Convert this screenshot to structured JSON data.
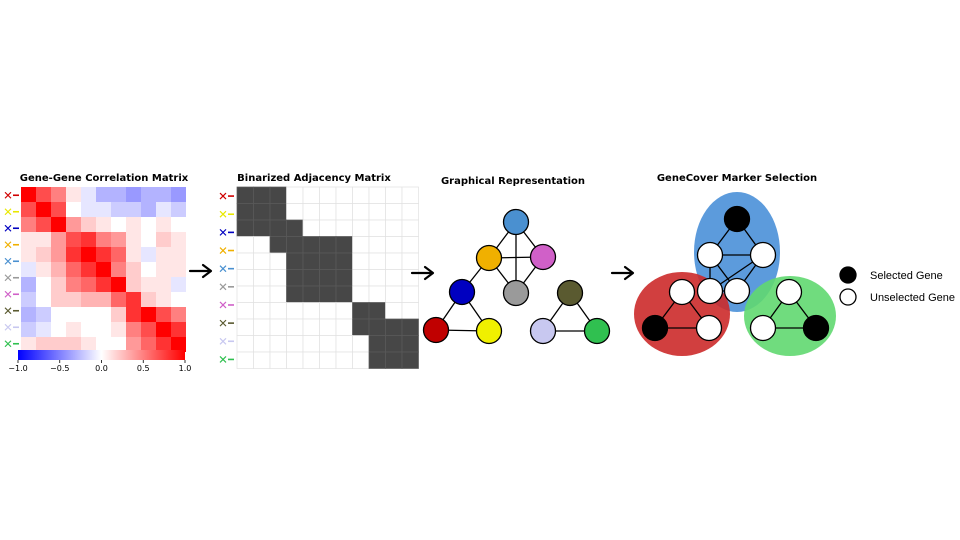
{
  "panels": {
    "correlation": {
      "title": "Gene-Gene Correlation Matrix"
    },
    "adjacency": {
      "title": "Binarized Adjacency Matrix"
    },
    "graph": {
      "title": "Graphical Representation"
    },
    "selection": {
      "title": "GeneCover Marker Selection"
    }
  },
  "gene_colors": [
    "#d00000",
    "#e8e800",
    "#0000c0",
    "#f0b000",
    "#4a90d0",
    "#9a9a9a",
    "#d060c8",
    "#5a5a30",
    "#c8c8f0",
    "#30c050"
  ],
  "colorbar": {
    "ticks": [
      "−1.0",
      "−0.5",
      "0.0",
      "0.5",
      "1.0"
    ],
    "min": -1.0,
    "max": 1.0,
    "colors": {
      "negative": "#0000ff",
      "zero": "#ffffff",
      "positive": "#ff0000"
    }
  },
  "correlation_matrix": [
    [
      1.0,
      0.7,
      0.5,
      0.1,
      -0.1,
      -0.3,
      -0.3,
      -0.4,
      -0.3,
      -0.3,
      -0.4
    ],
    [
      0.7,
      1.0,
      0.7,
      0.0,
      -0.1,
      -0.1,
      -0.2,
      -0.2,
      -0.3,
      -0.1,
      -0.2
    ],
    [
      0.5,
      0.7,
      1.0,
      0.4,
      0.2,
      0.1,
      0.0,
      0.1,
      0.0,
      0.1,
      0.0
    ],
    [
      0.1,
      0.1,
      0.4,
      0.7,
      0.8,
      0.5,
      0.4,
      0.1,
      0.0,
      0.2,
      0.1
    ],
    [
      0.1,
      0.2,
      0.4,
      0.8,
      1.0,
      0.8,
      0.6,
      0.1,
      -0.1,
      0.1,
      0.1
    ],
    [
      -0.1,
      0.1,
      0.3,
      0.6,
      0.8,
      1.0,
      0.5,
      0.2,
      0.0,
      0.1,
      0.1
    ],
    [
      -0.3,
      0.0,
      0.2,
      0.5,
      0.6,
      0.8,
      1.0,
      0.2,
      0.1,
      0.1,
      -0.1
    ],
    [
      -0.2,
      0.0,
      0.2,
      0.2,
      0.3,
      0.3,
      0.6,
      0.8,
      0.2,
      0.1,
      0.0
    ],
    [
      -0.3,
      -0.2,
      0.0,
      0.0,
      0.0,
      0.0,
      0.2,
      0.8,
      1.0,
      0.7,
      0.5
    ],
    [
      -0.2,
      -0.1,
      0.0,
      0.1,
      0.0,
      0.0,
      0.1,
      0.5,
      0.7,
      1.0,
      0.8
    ],
    [
      0.1,
      0.2,
      0.2,
      0.2,
      0.1,
      0.0,
      0.0,
      0.4,
      0.6,
      0.8,
      1.0
    ]
  ],
  "adjacency_matrix": [
    [
      1,
      1,
      1,
      0,
      0,
      0,
      0,
      0,
      0,
      0,
      0
    ],
    [
      1,
      1,
      1,
      0,
      0,
      0,
      0,
      0,
      0,
      0,
      0
    ],
    [
      1,
      1,
      1,
      1,
      0,
      0,
      0,
      0,
      0,
      0,
      0
    ],
    [
      0,
      0,
      1,
      1,
      1,
      1,
      1,
      0,
      0,
      0,
      0
    ],
    [
      0,
      0,
      0,
      1,
      1,
      1,
      1,
      0,
      0,
      0,
      0
    ],
    [
      0,
      0,
      0,
      1,
      1,
      1,
      1,
      0,
      0,
      0,
      0
    ],
    [
      0,
      0,
      0,
      1,
      1,
      1,
      1,
      0,
      0,
      0,
      0
    ],
    [
      0,
      0,
      0,
      0,
      0,
      0,
      0,
      1,
      1,
      0,
      0
    ],
    [
      0,
      0,
      0,
      0,
      0,
      0,
      0,
      1,
      1,
      1,
      1
    ],
    [
      0,
      0,
      0,
      0,
      0,
      0,
      0,
      0,
      1,
      1,
      1
    ],
    [
      0,
      0,
      0,
      0,
      0,
      0,
      0,
      0,
      1,
      1,
      1
    ]
  ],
  "graph": {
    "nodes": [
      {
        "id": "gene-blue-top",
        "color": "#4a90d0"
      },
      {
        "id": "gene-orange",
        "color": "#f0b000"
      },
      {
        "id": "gene-pink",
        "color": "#d060c8"
      },
      {
        "id": "gene-navy",
        "color": "#0000c0"
      },
      {
        "id": "gene-gray",
        "color": "#9a9a9a"
      },
      {
        "id": "gene-olive",
        "color": "#5a5a30"
      },
      {
        "id": "gene-red",
        "color": "#c00000"
      },
      {
        "id": "gene-yellow",
        "color": "#f0f000"
      },
      {
        "id": "gene-lavender",
        "color": "#c8c8f0"
      },
      {
        "id": "gene-green",
        "color": "#30c050"
      }
    ],
    "edges": [
      [
        0,
        1
      ],
      [
        0,
        2
      ],
      [
        0,
        4
      ],
      [
        1,
        2
      ],
      [
        1,
        4
      ],
      [
        2,
        4
      ],
      [
        1,
        3
      ],
      [
        3,
        6
      ],
      [
        3,
        7
      ],
      [
        6,
        7
      ],
      [
        5,
        8
      ],
      [
        5,
        9
      ],
      [
        8,
        9
      ]
    ]
  },
  "selection": {
    "clusters": [
      {
        "id": "cluster-blue",
        "color": "#4a90d8"
      },
      {
        "id": "cluster-red",
        "color": "#cc2a2a"
      },
      {
        "id": "cluster-green",
        "color": "#60d870"
      }
    ],
    "nodes": [
      {
        "cluster": 0,
        "selected": true
      },
      {
        "cluster": 0,
        "selected": false
      },
      {
        "cluster": 0,
        "selected": false
      },
      {
        "cluster": 0,
        "selected": false
      },
      {
        "cluster": 0,
        "selected": false
      },
      {
        "cluster": 1,
        "selected": false
      },
      {
        "cluster": 1,
        "selected": true
      },
      {
        "cluster": 1,
        "selected": false
      },
      {
        "cluster": 2,
        "selected": false
      },
      {
        "cluster": 2,
        "selected": false
      },
      {
        "cluster": 2,
        "selected": true
      }
    ],
    "edges": [
      [
        0,
        1
      ],
      [
        0,
        2
      ],
      [
        1,
        2
      ],
      [
        1,
        3
      ],
      [
        2,
        4
      ],
      [
        3,
        4
      ],
      [
        1,
        4
      ],
      [
        2,
        3
      ],
      [
        5,
        6
      ],
      [
        5,
        7
      ],
      [
        6,
        7
      ],
      [
        8,
        9
      ],
      [
        8,
        10
      ],
      [
        9,
        10
      ]
    ]
  },
  "legend": {
    "selected_label": "Selected Gene",
    "unselected_label": "Unselected Gene"
  }
}
